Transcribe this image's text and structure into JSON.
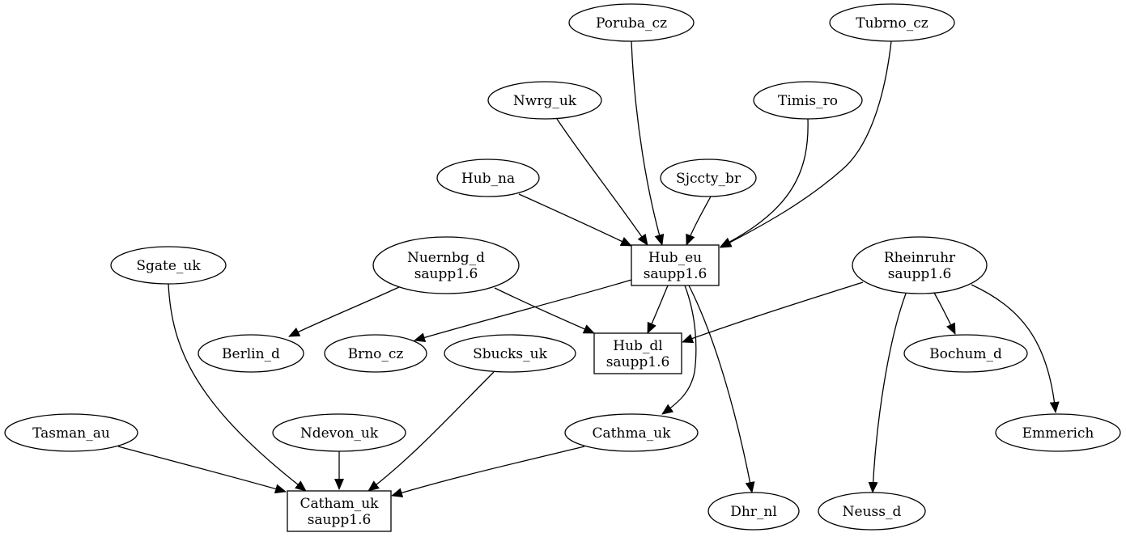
{
  "nodes": [
    {
      "id": "poruba_cz",
      "label": "Poruba_cz",
      "shape": "ellipse"
    },
    {
      "id": "tubrno_cz",
      "label": "Tubrno_cz",
      "shape": "ellipse"
    },
    {
      "id": "nwrg_uk",
      "label": "Nwrg_uk",
      "shape": "ellipse"
    },
    {
      "id": "timis_ro",
      "label": "Timis_ro",
      "shape": "ellipse"
    },
    {
      "id": "hub_na",
      "label": "Hub_na",
      "shape": "ellipse"
    },
    {
      "id": "sjccty_br",
      "label": "Sjccty_br",
      "shape": "ellipse"
    },
    {
      "id": "hub_eu",
      "label": "Hub_eu",
      "sublabel": "saupp1.6",
      "shape": "box"
    },
    {
      "id": "sgate_uk",
      "label": "Sgate_uk",
      "shape": "ellipse"
    },
    {
      "id": "nuernbg_d",
      "label": "Nuernbg_d",
      "sublabel": "saupp1.6",
      "shape": "ellipse"
    },
    {
      "id": "rheinruhr",
      "label": "Rheinruhr",
      "sublabel": "saupp1.6",
      "shape": "ellipse"
    },
    {
      "id": "berlin_d",
      "label": "Berlin_d",
      "shape": "ellipse"
    },
    {
      "id": "brno_cz",
      "label": "Brno_cz",
      "shape": "ellipse"
    },
    {
      "id": "sbucks_uk",
      "label": "Sbucks_uk",
      "shape": "ellipse"
    },
    {
      "id": "hub_dl",
      "label": "Hub_dl",
      "sublabel": "saupp1.6",
      "shape": "box"
    },
    {
      "id": "bochum_d",
      "label": "Bochum_d",
      "shape": "ellipse"
    },
    {
      "id": "tasman_au",
      "label": "Tasman_au",
      "shape": "ellipse"
    },
    {
      "id": "ndevon_uk",
      "label": "Ndevon_uk",
      "shape": "ellipse"
    },
    {
      "id": "cathma_uk",
      "label": "Cathma_uk",
      "shape": "ellipse"
    },
    {
      "id": "emmerich",
      "label": "Emmerich",
      "shape": "ellipse"
    },
    {
      "id": "catham_uk",
      "label": "Catham_uk",
      "sublabel": "saupp1.6",
      "shape": "box"
    },
    {
      "id": "dhr_nl",
      "label": "Dhr_nl",
      "shape": "ellipse"
    },
    {
      "id": "neuss_d",
      "label": "Neuss_d",
      "shape": "ellipse"
    }
  ],
  "edges": [
    {
      "from": "poruba_cz",
      "to": "hub_eu"
    },
    {
      "from": "tubrno_cz",
      "to": "hub_eu"
    },
    {
      "from": "nwrg_uk",
      "to": "hub_eu"
    },
    {
      "from": "timis_ro",
      "to": "hub_eu"
    },
    {
      "from": "hub_na",
      "to": "hub_eu"
    },
    {
      "from": "sjccty_br",
      "to": "hub_eu"
    },
    {
      "from": "hub_eu",
      "to": "brno_cz"
    },
    {
      "from": "hub_eu",
      "to": "hub_dl"
    },
    {
      "from": "hub_eu",
      "to": "cathma_uk"
    },
    {
      "from": "hub_eu",
      "to": "dhr_nl"
    },
    {
      "from": "nuernbg_d",
      "to": "berlin_d"
    },
    {
      "from": "nuernbg_d",
      "to": "hub_dl"
    },
    {
      "from": "rheinruhr",
      "to": "hub_dl"
    },
    {
      "from": "rheinruhr",
      "to": "bochum_d"
    },
    {
      "from": "rheinruhr",
      "to": "emmerich"
    },
    {
      "from": "rheinruhr",
      "to": "neuss_d"
    },
    {
      "from": "sgate_uk",
      "to": "catham_uk"
    },
    {
      "from": "sbucks_uk",
      "to": "catham_uk"
    },
    {
      "from": "tasman_au",
      "to": "catham_uk"
    },
    {
      "from": "ndevon_uk",
      "to": "catham_uk"
    },
    {
      "from": "cathma_uk",
      "to": "catham_uk"
    }
  ]
}
